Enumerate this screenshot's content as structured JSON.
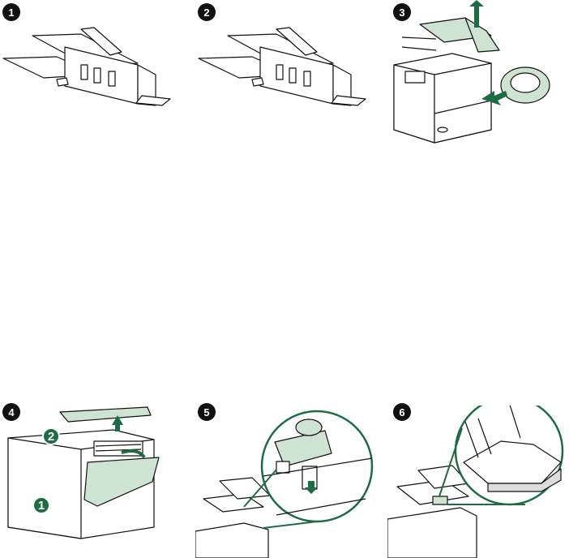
{
  "steps": [
    "1",
    "2",
    "3",
    "4",
    "5",
    "6"
  ],
  "callouts": [
    "1",
    "2"
  ],
  "colors": {
    "accent_green": "#1f6b44",
    "part_fill": "#cfe3d3",
    "line": "#111111"
  }
}
